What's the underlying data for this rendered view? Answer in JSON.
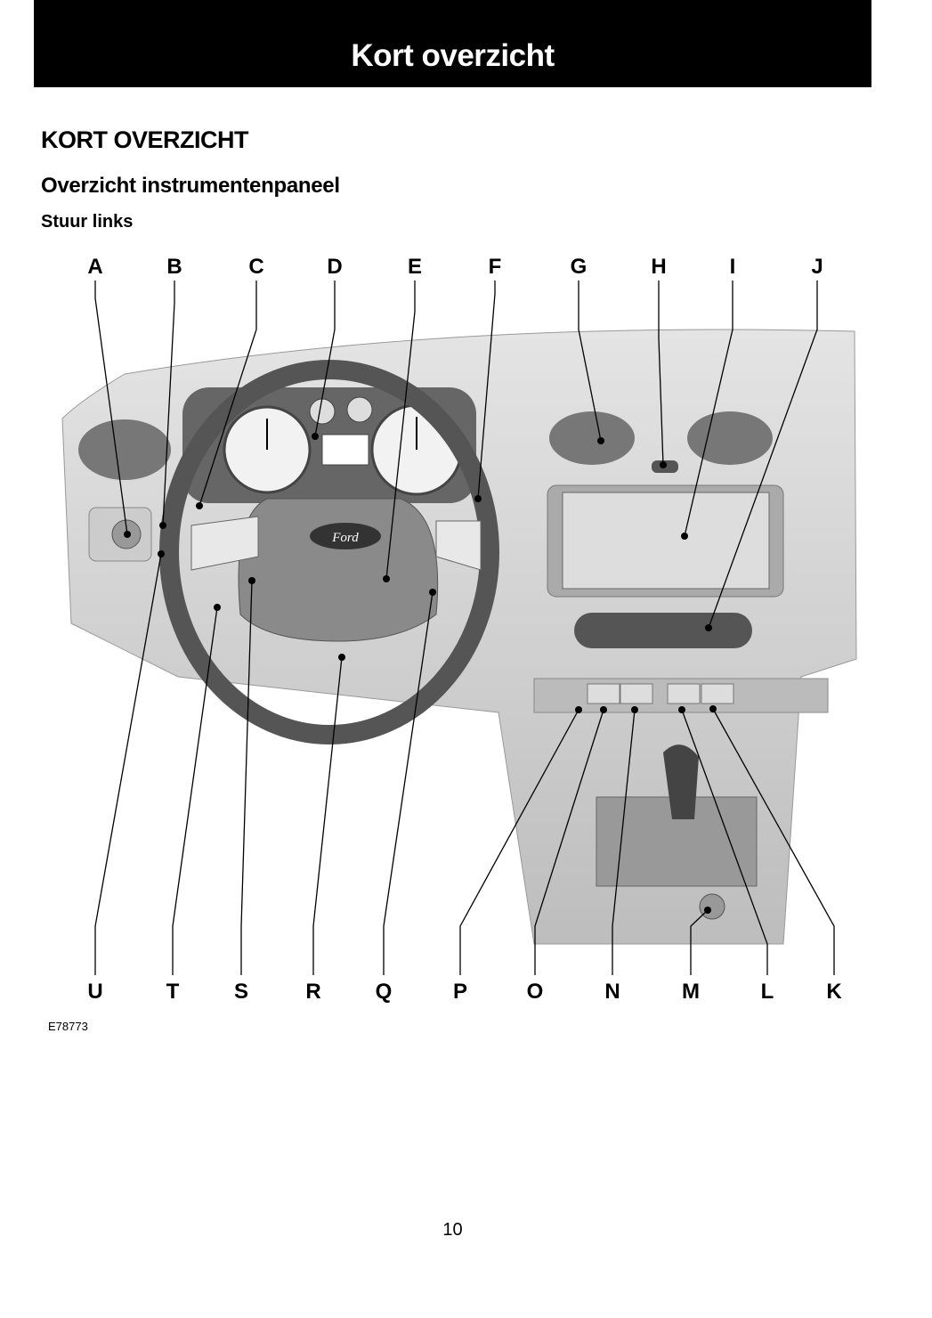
{
  "header": {
    "title": "Kort overzicht"
  },
  "section_title": "KORT OVERZICHT",
  "subsection_title": "Overzicht instrumentenpaneel",
  "variant_title": "Stuur links",
  "diagram": {
    "top_labels": [
      "A",
      "B",
      "C",
      "D",
      "E",
      "F",
      "G",
      "H",
      "I",
      "J"
    ],
    "bottom_labels": [
      "U",
      "T",
      "S",
      "R",
      "Q",
      "P",
      "O",
      "N",
      "M",
      "L",
      "K"
    ],
    "brand_logo": "Ford",
    "image_code": "E78773"
  },
  "page_number": "10"
}
